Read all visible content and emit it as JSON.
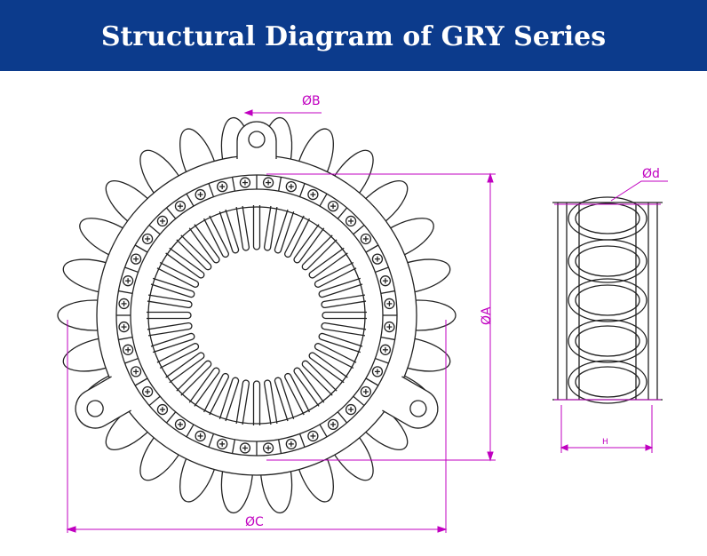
{
  "header": {
    "title": "Structural Diagram of GRY Series",
    "background": "#0c3b8c",
    "text_color": "#ffffff"
  },
  "diagram": {
    "line_color": "#222222",
    "dimension_color": "#c000c0",
    "labels": {
      "dia_b": "ØB",
      "dia_a": "ØA",
      "dia_c": "ØC",
      "dia_d": "Ød",
      "height": "H"
    }
  }
}
